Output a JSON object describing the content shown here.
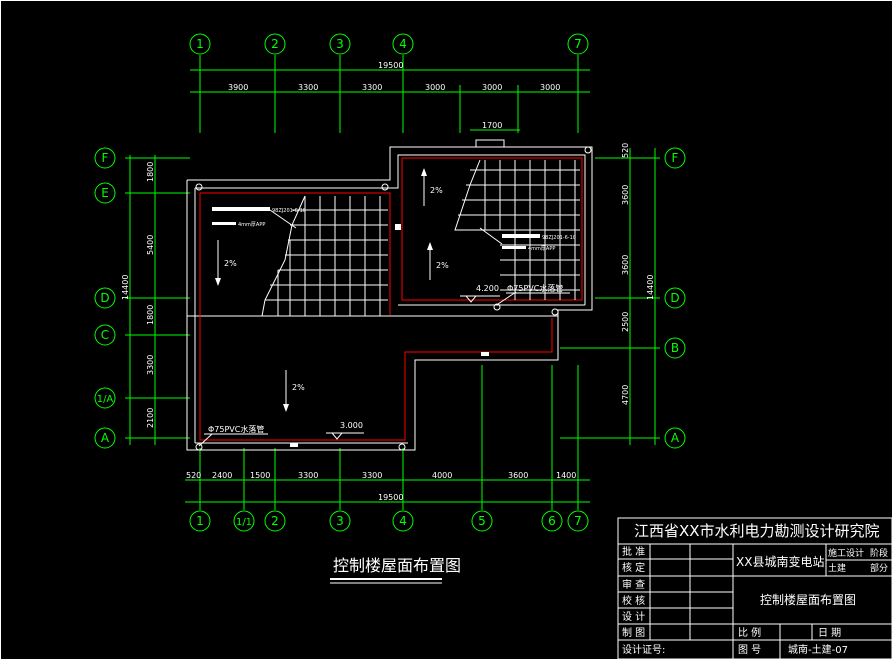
{
  "drawing_title": "控制楼屋面布置图",
  "axes_top": [
    "1",
    "2",
    "3",
    "4",
    "7"
  ],
  "axes_bottom": [
    "1",
    "1/1",
    "2",
    "3",
    "4",
    "5",
    "6",
    "7"
  ],
  "axes_left": [
    "F",
    "E",
    "D",
    "C",
    "1/A",
    "A"
  ],
  "axes_right": [
    "F",
    "D",
    "B",
    "A"
  ],
  "dims_top_total": "19500",
  "dims_top": [
    "3900",
    "3300",
    "3300",
    "3000",
    "3000",
    "3000"
  ],
  "dim_top_small": "1700",
  "dims_bottom_total": "19500",
  "dims_bottom": [
    "520",
    "2400",
    "1500",
    "3300",
    "3300",
    "4000",
    "3600",
    "1400"
  ],
  "dims_left_total": "14400",
  "dims_left": [
    "1800",
    "5400",
    "1800",
    "3300",
    "2100"
  ],
  "dims_right_total": "14400",
  "dims_right": [
    "520",
    "3600",
    "3600",
    "2500",
    "4700"
  ],
  "slopes": [
    "2%",
    "2%",
    "2%",
    "2%"
  ],
  "elev_high": "4.200",
  "elev_low": "3.000",
  "pipe_label": "Φ75PVC水落管",
  "note_lines": [
    "98ZJ201-6-10",
    "4mm厚APP"
  ],
  "title_block": {
    "institute": "江西省XX市水利电力勘测设计研究院",
    "project": "XX县城南变电站",
    "stage_labels": [
      "施工设计",
      "阶段"
    ],
    "dept_labels": [
      "土建",
      "部分"
    ],
    "roles": [
      "批 准",
      "核 定",
      "审 查",
      "校 核",
      "设 计",
      "制 图"
    ],
    "sheet_title": "控制楼屋面布置图",
    "scale_label": "比 例",
    "date_label": "日 期",
    "drawing_no_label": "图 号",
    "drawing_no": "城南-土建-07",
    "cert_label": "设计证号:"
  }
}
